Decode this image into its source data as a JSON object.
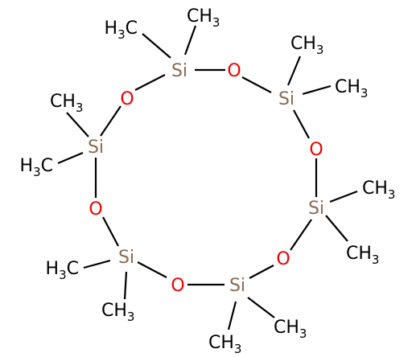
{
  "molecule": {
    "labels": {
      "si": "Si",
      "o": "O",
      "methyl_main": "CH",
      "methyl_sub": "3",
      "methyl_left_h": "H",
      "methyl_left_sub": "3",
      "methyl_left_c": "C"
    }
  },
  "colors": {
    "silicon": "#8a6a4f",
    "oxygen": "#ee0000",
    "carbon": "#000000",
    "background": "#ffffff"
  }
}
